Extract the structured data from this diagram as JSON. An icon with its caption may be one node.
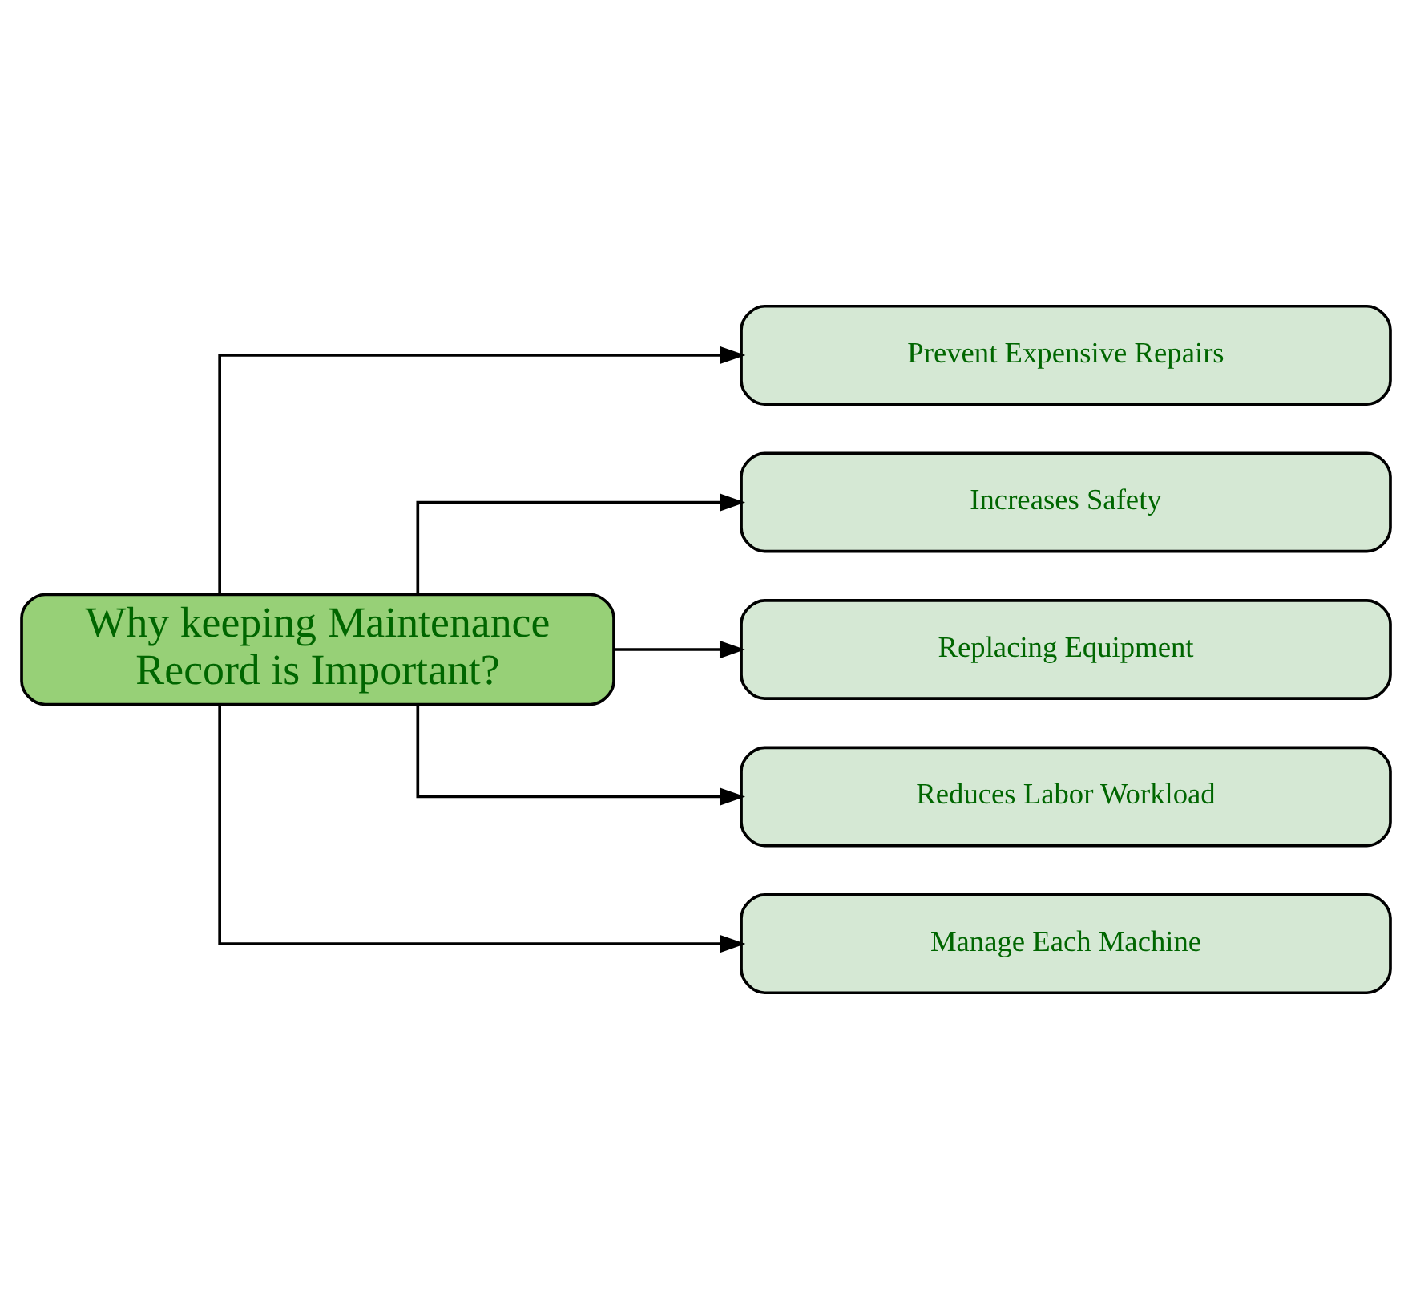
{
  "diagram": {
    "nodes": [
      {
        "text": [
          "Why keeping Maintenance Record is Important?"
        ]
      },
      {
        "text": [
          "Prevent Expensive Repairs"
        ]
      },
      {
        "text": [
          "Increases Safety"
        ]
      },
      {
        "text": [
          "Replacing Equipment"
        ]
      },
      {
        "text": [
          "Reduces Labor Workload"
        ]
      },
      {
        "text": [
          "Manage Each Machine"
        ]
      }
    ],
    "edges": [
      {
        "from": 0,
        "to": 1,
        "arrow": "to"
      },
      {
        "from": 0,
        "to": 2,
        "arrow": "to"
      },
      {
        "from": 0,
        "to": 3,
        "arrow": "to"
      },
      {
        "from": 0,
        "to": 4,
        "arrow": "to"
      },
      {
        "from": 0,
        "to": 5,
        "arrow": "to"
      }
    ]
  }
}
